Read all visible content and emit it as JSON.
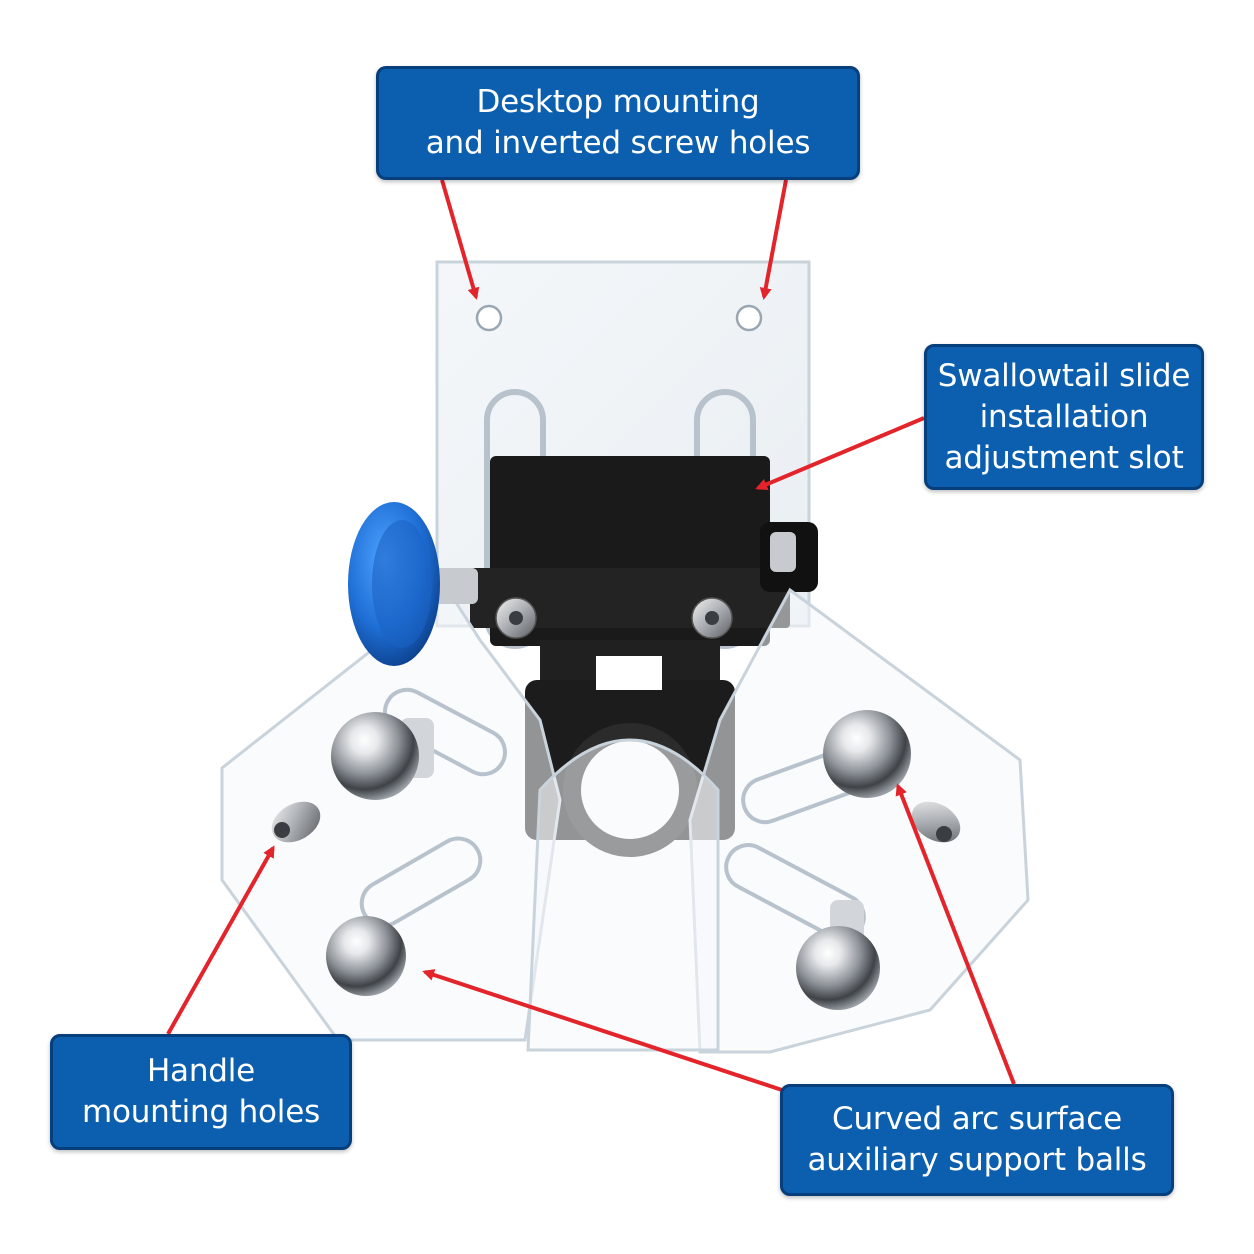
{
  "callouts": {
    "desktop_mounting": {
      "line1": "Desktop mounting",
      "line2": "and inverted screw holes"
    },
    "swallowtail_slot": {
      "line1": "Swallowtail slide",
      "line2": "installation",
      "line3": "adjustment slot"
    },
    "handle_holes": {
      "line1": "Handle",
      "line2": "mounting holes"
    },
    "support_balls": {
      "line1": "Curved arc surface",
      "line2": "auxiliary support balls"
    }
  },
  "colors": {
    "callout_fill": "#0b5fae",
    "callout_border": "#063f7c",
    "arrow": "#e3242b",
    "acrylic_edge": "#c9d3dc",
    "knob_blue": "#1f6fd6",
    "slide_black": "#1a1a1a",
    "steel_ball": "#b8bcc2"
  }
}
